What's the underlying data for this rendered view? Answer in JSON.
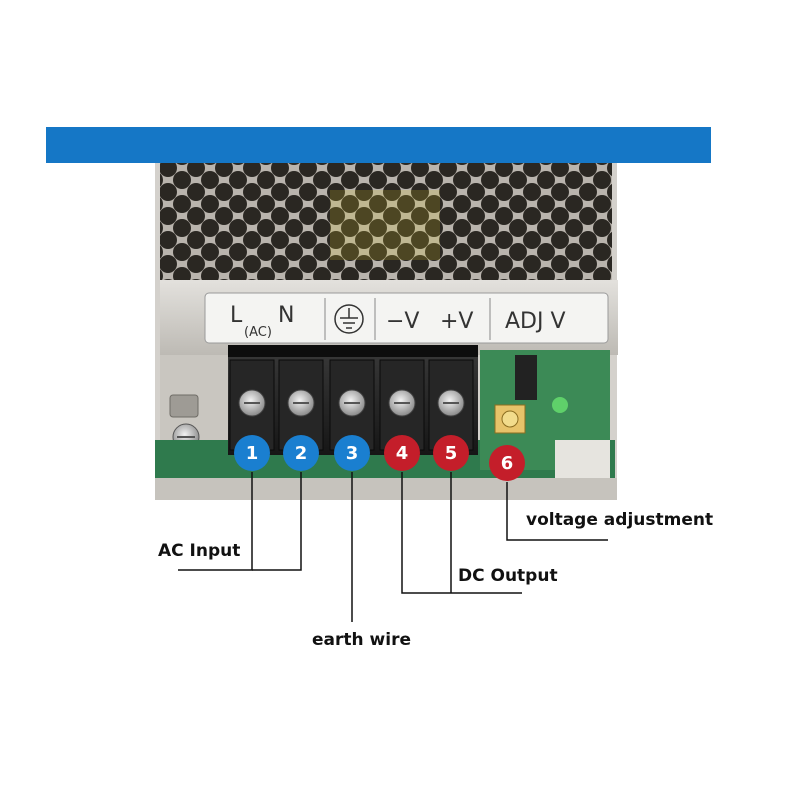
{
  "panel": {
    "l": "L",
    "n": "N",
    "ac": "(AC)",
    "neg_v": "−V",
    "pos_v": "+V",
    "adj": "ADJ V",
    "earth_symbol": "earth-ground-icon"
  },
  "terminals": [
    {
      "num": "1",
      "color": "#1a7fd0"
    },
    {
      "num": "2",
      "color": "#1a7fd0"
    },
    {
      "num": "3",
      "color": "#1a7fd0"
    },
    {
      "num": "4",
      "color": "#c41e2a"
    },
    {
      "num": "5",
      "color": "#c41e2a"
    },
    {
      "num": "6",
      "color": "#c41e2a"
    }
  ],
  "labels": {
    "ac_input": "AC Input",
    "earth_wire": "earth wire",
    "dc_output": "DC Output",
    "voltage_adjustment": "voltage adjustment"
  },
  "colors": {
    "header_bar": "#1577c6",
    "ac_badge": "#1a7fd0",
    "dc_badge": "#c41e2a"
  }
}
